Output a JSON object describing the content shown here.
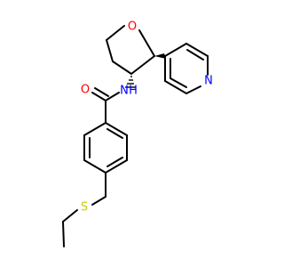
{
  "molecule": {
    "atom_labels": {
      "ring_oxygen": "O",
      "amide_nitrogen": "N",
      "amide_hydrogen": "H",
      "carbonyl_oxygen": "O",
      "pyridine_nitrogen": "N",
      "sulfur": "S"
    },
    "colors": {
      "bond": "#000000",
      "oxygen": "#ff0000",
      "nitrogen": "#0000ff",
      "sulfur": "#cccc00"
    }
  }
}
